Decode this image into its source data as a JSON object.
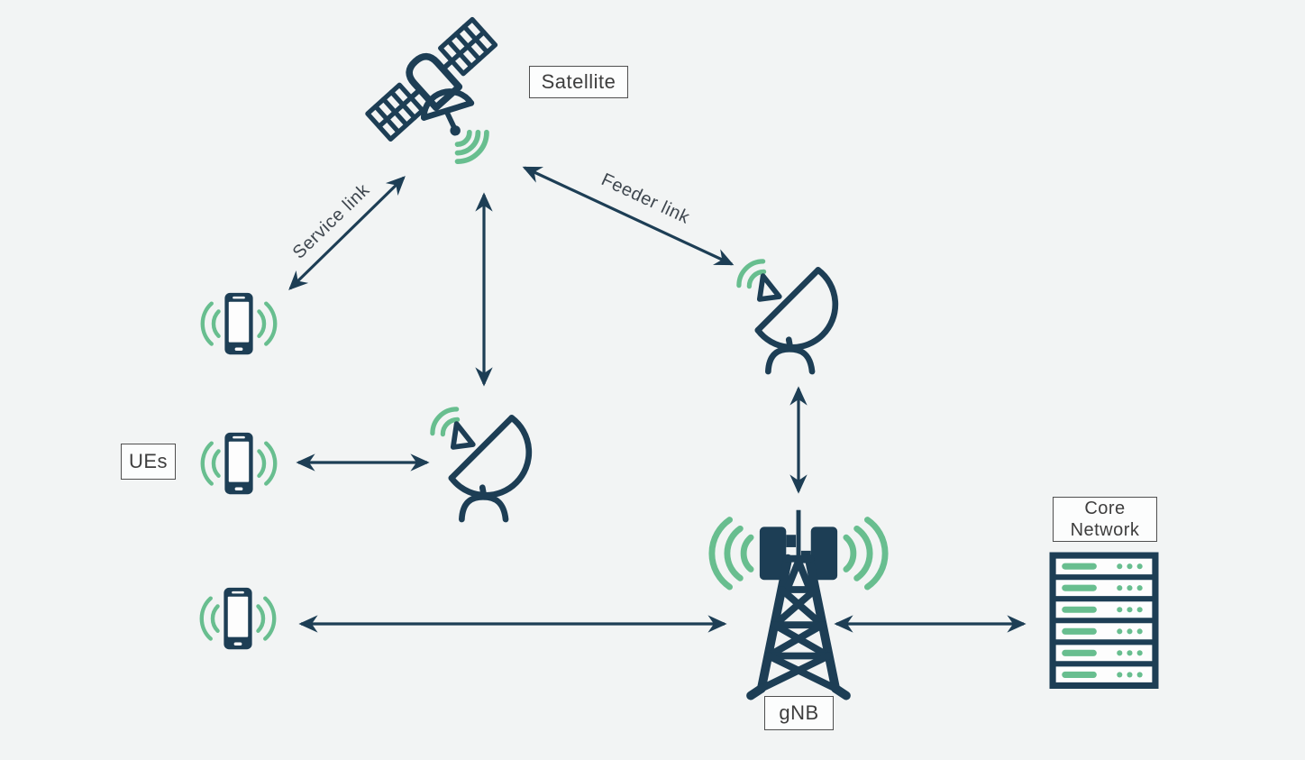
{
  "background": "#f2f4f4",
  "colors": {
    "primary_navy": "#1d3e55",
    "accent_green": "#68be8f",
    "label_border": "#4f4f4f",
    "label_text": "#3e3e3e",
    "label_background": "#fcfdfd"
  },
  "nodes": {
    "satellite": {
      "label": "Satellite",
      "icon": "satellite-icon"
    },
    "ues": {
      "label": "UEs",
      "icon": "smartphone-icon",
      "count": 3
    },
    "ground_station_left": {
      "icon": "dish-antenna-icon"
    },
    "ground_station_right": {
      "icon": "dish-antenna-icon"
    },
    "gnb": {
      "label": "gNB",
      "icon": "cell-tower-icon"
    },
    "core_network": {
      "label": "Core Network",
      "icon": "server-rack-icon"
    }
  },
  "links": {
    "service": {
      "label": "Service link",
      "from": "ues",
      "to": "satellite",
      "bidirectional": true
    },
    "feeder": {
      "label": "Feeder link",
      "from": "satellite",
      "to": "ground_station_right",
      "bidirectional": true
    },
    "satellite_ground_left": {
      "from": "satellite",
      "to": "ground_station_left",
      "bidirectional": true
    },
    "ue_ground_left": {
      "from": "ues",
      "to": "ground_station_left",
      "bidirectional": true
    },
    "ground_right_gnb": {
      "from": "ground_station_right",
      "to": "gnb",
      "bidirectional": true
    },
    "ue_gnb": {
      "from": "ues",
      "to": "gnb",
      "bidirectional": true
    },
    "gnb_core": {
      "from": "gnb",
      "to": "core_network",
      "bidirectional": true
    }
  }
}
